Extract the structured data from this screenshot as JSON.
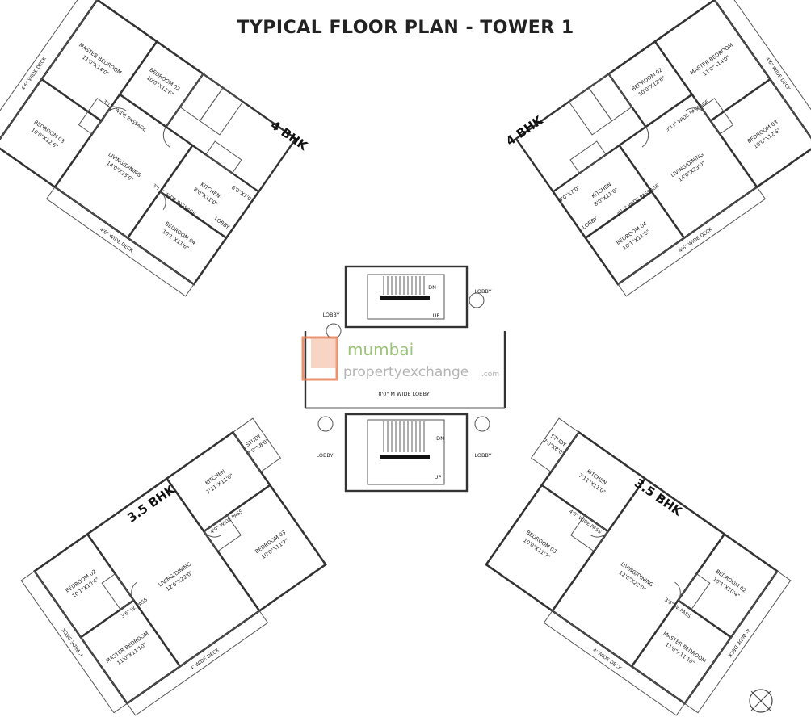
{
  "title": "TYPICAL FLOOR PLAN  - TOWER 1",
  "units": {
    "top_left": {
      "type": "4 BHK",
      "rooms": {
        "master": "MASTER BEDROOM",
        "master_size": "11'0\"X14'0\"",
        "bed2": "BEDROOM 02",
        "bed2_size": "10'0\"X12'6\"",
        "bed3": "BEDROOM 03",
        "bed3_size": "10'0\"X12'6\"",
        "bed4": "BEDROOM 04",
        "bed4_size": "10'1\"X11'6\"",
        "living": "LIVING/DINING",
        "living_size": "14'0\"X23'0\"",
        "kitchen": "KITCHEN",
        "kitchen_size": "8'0\"X11'0\"",
        "lobby": "LOBBY",
        "lobby_size": "6'0\"X7'0\"",
        "passage1": "3'11\" WIDE PASSAGE",
        "passage2": "3'11\" WIDE PASSAGE",
        "deck1": "4'6\" WIDE DECK",
        "deck2": "4'6\" WIDE DECK"
      }
    },
    "top_right": {
      "type": "4 BHK",
      "rooms": {
        "master": "MASTER BEDROOM",
        "master_size": "11'0\"X14'0\"",
        "bed2": "BEDROOM 02",
        "bed2_size": "10'0\"X12'6\"",
        "bed3": "BEDROOM 03",
        "bed3_size": "10'0\"X12'6\"",
        "bed4": "BEDROOM 04",
        "bed4_size": "10'1\"X11'6\"",
        "living": "LIVING/DINING",
        "living_size": "14'0\"X23'0\"",
        "kitchen": "KITCHEN",
        "kitchen_size": "8'0\"X11'0\"",
        "lobby": "LOBBY",
        "lobby_size": "6'0\"X7'0\"",
        "passage1": "3'11\" WIDE PASSAGE",
        "passage2": "3'11\" WIDE PASSAGE",
        "deck1": "4'6\" WIDE DECK",
        "deck2": "4'6\" WIDE DECK"
      }
    },
    "bottom_left": {
      "type": "3.5 BHK",
      "rooms": {
        "master": "MASTER BEDROOM",
        "master_size": "11'0\"X11'10\"",
        "bed2": "BEDROOM 02",
        "bed2_size": "10'1\"X10'4\"",
        "bed3": "BEDROOM 03",
        "bed3_size": "10'0\"X11'7\"",
        "living": "LIVING/DINING",
        "living_size": "12'6\"X22'0\"",
        "kitchen": "KITCHEN",
        "kitchen_size": "7'11\"X11'0\"",
        "study": "STUDY",
        "study_size": "7'0\"X8'0\"",
        "pass1": "4'0\" WIDE PASS",
        "pass2": "3'6\" W. PASS",
        "deck1": "4' WIDE DECK",
        "deck2": "4' WIDE DECK"
      }
    },
    "bottom_right": {
      "type": "3.5 BHK",
      "rooms": {
        "master": "MASTER BEDROOM",
        "master_size": "11'0\"X11'10\"",
        "bed2": "BEDROOM 02",
        "bed2_size": "10'1\"X10'4\"",
        "bed3": "BEDROOM 03",
        "bed3_size": "10'0\"X11'7\"",
        "living": "LIVING/DINING",
        "living_size": "12'6\"X22'0\"",
        "kitchen": "KITCHEN",
        "kitchen_size": "7'11\"X11'0\"",
        "study": "STUDY",
        "study_size": "7'0\"X8'0\"",
        "pass1": "4'0\" WIDE PASS",
        "pass2": "3'6\" W. PASS",
        "deck1": "4' WIDE DECK",
        "deck2": "4' WIDE DECK"
      }
    }
  },
  "core": {
    "lobby_labels": [
      "LOBBY",
      "LOBBY",
      "LOBBY",
      "LOBBY"
    ],
    "wide_lobby": "8'0\" M WIDE LOBBY",
    "stair_top": {
      "dn": "DN",
      "up": "UP"
    },
    "stair_bottom": {
      "dn": "DN",
      "up": "UP"
    }
  },
  "watermark": {
    "line1": "mumbai",
    "line2": "propertyexchange",
    "suffix": ".com"
  },
  "north_icon": "north-arrow-icon"
}
